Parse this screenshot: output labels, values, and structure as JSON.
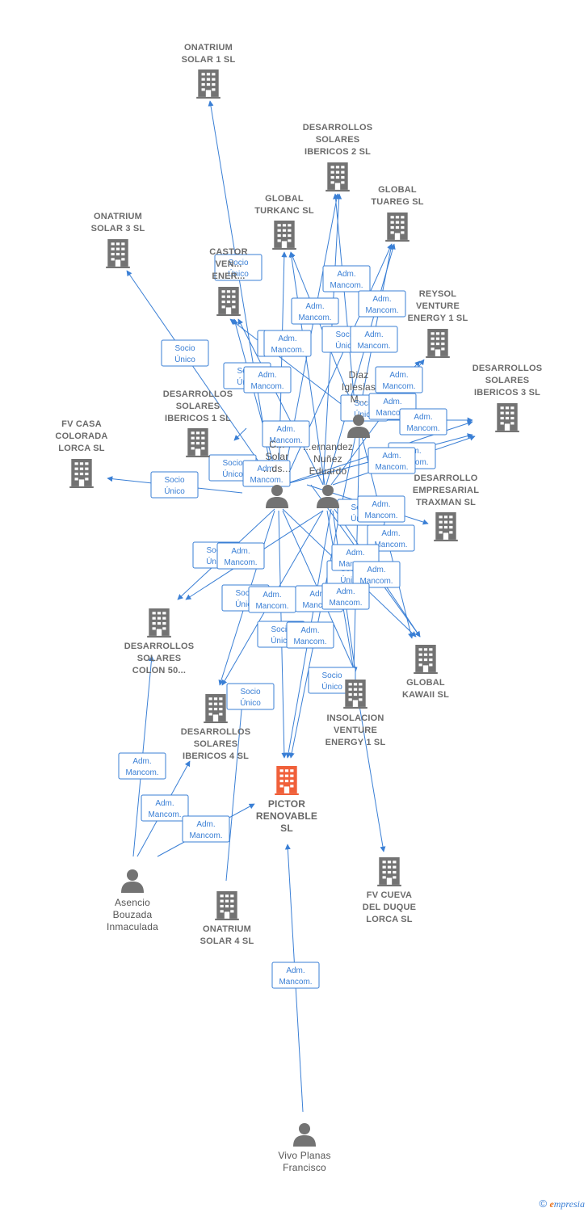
{
  "colors": {
    "edge": "#3a7fd5",
    "company": "#737373",
    "focus": "#f0603a",
    "person": "#737373"
  },
  "nodes": [
    {
      "id": "onatrium1",
      "type": "company",
      "label": [
        "ONATRIUM",
        "SOLAR 1  SL"
      ]
    },
    {
      "id": "desib2",
      "type": "company",
      "label": [
        "DESARROLLOS",
        "SOLARES",
        "IBERICOS 2  SL"
      ]
    },
    {
      "id": "turkanc",
      "type": "company",
      "label": [
        "GLOBAL",
        "TURKANC  SL"
      ]
    },
    {
      "id": "tuareg",
      "type": "company",
      "label": [
        "GLOBAL",
        "TUAREG  SL"
      ]
    },
    {
      "id": "onatrium3",
      "type": "company",
      "label": [
        "ONATRIUM",
        "SOLAR 3  SL"
      ]
    },
    {
      "id": "castor",
      "type": "company",
      "label": [
        "CASTOR",
        "VEN...",
        "ENER..."
      ]
    },
    {
      "id": "reysol",
      "type": "company",
      "label": [
        "REYSOL",
        "VENTURE",
        "ENERGY 1  SL"
      ]
    },
    {
      "id": "desib3",
      "type": "company",
      "label": [
        "DESARROLLOS",
        "SOLARES",
        "IBERICOS 3  SL"
      ]
    },
    {
      "id": "desib1",
      "type": "company",
      "label": [
        "DESARROLLOS",
        "SOLARES",
        "IBERICOS 1  SL"
      ]
    },
    {
      "id": "fvcasa",
      "type": "company",
      "label": [
        "FV CASA",
        "COLORADA",
        "LORCA SL"
      ]
    },
    {
      "id": "traxman",
      "type": "company",
      "label": [
        "DESARROLLO",
        "EMPRESARIAL",
        "TRAXMAN  SL"
      ]
    },
    {
      "id": "colon",
      "type": "company",
      "label": [
        "DESARROLLOS",
        "SOLARES",
        "COLON 50..."
      ]
    },
    {
      "id": "kawaii",
      "type": "company",
      "label": [
        "GLOBAL",
        "KAWAII  SL"
      ]
    },
    {
      "id": "insolacion",
      "type": "company",
      "label": [
        "INSOLACION",
        "VENTURE",
        "ENERGY 1  SL"
      ]
    },
    {
      "id": "desib4",
      "type": "company",
      "label": [
        "DESARROLLOS",
        "SOLARES",
        "IBERICOS 4  SL"
      ]
    },
    {
      "id": "pictor",
      "type": "focus",
      "label": [
        "PICTOR",
        "RENOVABLE",
        "SL"
      ]
    },
    {
      "id": "fvcueva",
      "type": "company",
      "label": [
        "FV CUEVA",
        "DEL DUQUE",
        "LORCA SL"
      ]
    },
    {
      "id": "onatrium4",
      "type": "company",
      "label": [
        "ONATRIUM",
        "SOLAR 4  SL"
      ]
    },
    {
      "id": "diaz",
      "type": "person",
      "label": [
        "Diaz",
        "Iglesias",
        "M..."
      ]
    },
    {
      "id": "castorsolar",
      "type": "person",
      "label": [
        "C...",
        "Solar",
        "...ds..."
      ]
    },
    {
      "id": "fernandez",
      "type": "person",
      "label": [
        "...ernandez",
        "Nuñez",
        "Eduardo"
      ]
    },
    {
      "id": "asencio",
      "type": "person",
      "label": [
        "Asencio",
        "Bouzada",
        "Inmaculada"
      ]
    },
    {
      "id": "vivo",
      "type": "person",
      "label": [
        "Vivo Planas",
        "Francisco"
      ]
    }
  ],
  "edge_labels": {
    "socio": [
      "Socio",
      "Único"
    ],
    "adm": [
      "Adm.",
      "Mancom."
    ],
    "adm_partial": [
      "dm.",
      "ancom."
    ],
    "socio_partial": [
      "Socio",
      "Único"
    ]
  },
  "copyright": {
    "symbol": "©",
    "brand_first": "e",
    "brand_rest": "mpresia"
  }
}
